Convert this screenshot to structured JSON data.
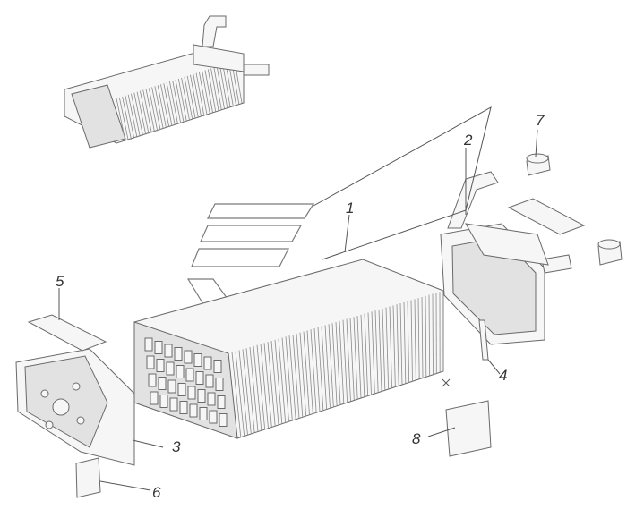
{
  "diagram": {
    "callouts": [
      "1",
      "2",
      "3",
      "4",
      "5",
      "6",
      "7",
      "8"
    ]
  },
  "colors": {
    "line": "#555555",
    "part_fill": "#f6f6f6",
    "part_shade": "#e2e2e2",
    "label": "#333333"
  }
}
